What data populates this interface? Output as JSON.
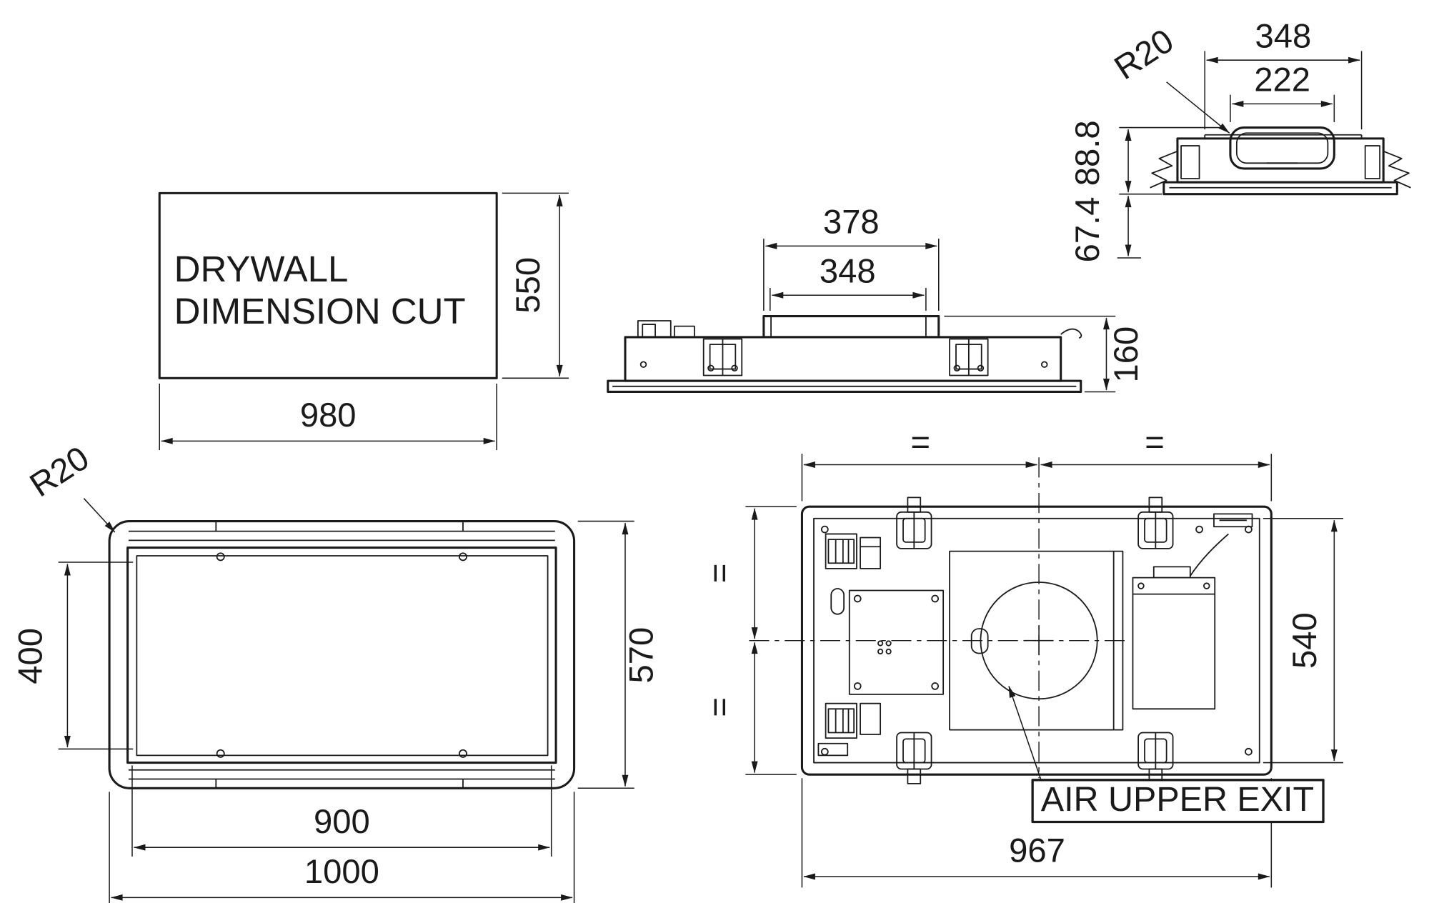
{
  "drawing": {
    "background": "#ffffff",
    "line_color": "#1a1a1a"
  },
  "drywall_cut_view": {
    "title_line1": "DRYWALL",
    "title_line2": "DIMENSION CUT",
    "dim_width": "980",
    "dim_height": "550"
  },
  "side_view": {
    "dim_duct_outer": "378",
    "dim_duct_inner": "348",
    "dim_body_height": "160"
  },
  "end_view": {
    "dim_duct_outer": "348",
    "dim_duct_opening": "222",
    "dim_upper_height": "88.8",
    "dim_lower_height": "67.4",
    "corner_radius": "R20"
  },
  "bottom_view": {
    "corner_radius": "R20",
    "dim_panel_height": "400",
    "dim_overall_height": "570",
    "dim_panel_width": "900",
    "dim_overall_width": "1000"
  },
  "top_view": {
    "equal_top_left": "=",
    "equal_top_right": "=",
    "equal_left_upper": "=",
    "equal_left_lower": "=",
    "dim_mount_height": "540",
    "dim_mount_width": "967",
    "callout_air_exit": "AIR UPPER EXIT"
  }
}
